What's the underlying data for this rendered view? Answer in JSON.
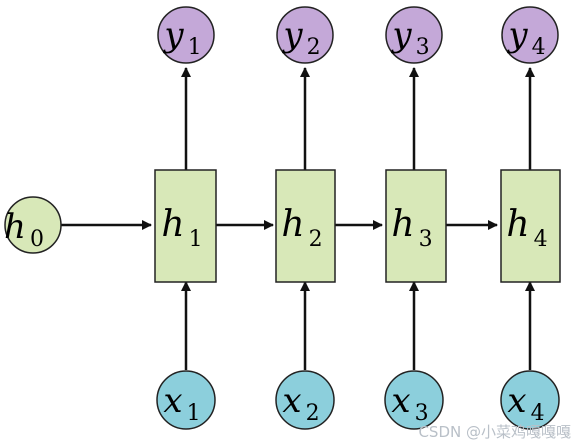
{
  "colors": {
    "y_node_fill": "#c4a8d8",
    "x_node_fill": "#8ccfdc",
    "h_node_fill": "#d8e8b8",
    "stroke": "#222222"
  },
  "initial_state": {
    "name": "h",
    "sub": "0"
  },
  "steps": [
    {
      "output": {
        "name": "y",
        "sub": "1"
      },
      "hidden": {
        "name": "h",
        "sub": "1"
      },
      "input": {
        "name": "x",
        "sub": "1"
      }
    },
    {
      "output": {
        "name": "y",
        "sub": "2"
      },
      "hidden": {
        "name": "h",
        "sub": "2"
      },
      "input": {
        "name": "x",
        "sub": "2"
      }
    },
    {
      "output": {
        "name": "y",
        "sub": "3"
      },
      "hidden": {
        "name": "h",
        "sub": "3"
      },
      "input": {
        "name": "x",
        "sub": "3"
      }
    },
    {
      "output": {
        "name": "y",
        "sub": "4"
      },
      "hidden": {
        "name": "h",
        "sub": "4"
      },
      "input": {
        "name": "x",
        "sub": "4"
      }
    }
  ],
  "watermark": "CSDN @小菜鸡嘎嘎嘎"
}
